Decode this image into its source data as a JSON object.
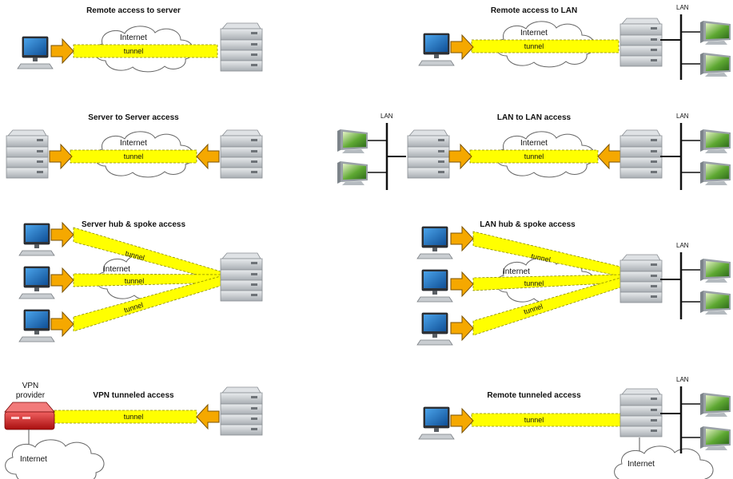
{
  "panels": {
    "remote_server": {
      "title": "Remote access  to server",
      "cloud": "Internet",
      "tunnel": "tunnel"
    },
    "remote_lan": {
      "title": "Remote access  to LAN",
      "cloud": "Internet",
      "tunnel": "tunnel",
      "lan": "LAN"
    },
    "server_server": {
      "title": "Server to Server access",
      "cloud": "Internet",
      "tunnel": "tunnel"
    },
    "lan_lan": {
      "title": "LAN to LAN access",
      "cloud": "Internet",
      "tunnel": "tunnel",
      "lan_left": "LAN",
      "lan_right": "LAN"
    },
    "server_hub": {
      "title": "Server hub & spoke access",
      "cloud": "Internet",
      "tunnels": [
        "tunnel",
        "tunnel",
        "tunnel"
      ]
    },
    "lan_hub": {
      "title": "LAN hub & spoke access",
      "cloud": "Internet",
      "tunnels": [
        "tunnel",
        "tunnel",
        "tunnel"
      ],
      "lan": "LAN"
    },
    "vpn_tunneled": {
      "title": "VPN tunneled access",
      "provider_line1": "VPN",
      "provider_line2": "provider",
      "cloud": "Internet",
      "tunnel": "tunnel"
    },
    "remote_tunneled": {
      "title": "Remote tunneled access",
      "cloud": "Internet",
      "tunnel": "tunnel",
      "lan": "LAN"
    }
  },
  "colors": {
    "tunnel_fill": "#ffff00",
    "arrow_fill": "#f5a800",
    "router_red": "#d21c1c",
    "server_gray": "#b8bcc0",
    "monitor_blue": "#1e6fc0"
  },
  "icons": [
    "laptop-icon",
    "server-icon",
    "cloud-icon",
    "arrow-icon",
    "lan-monitor-icon",
    "router-icon"
  ]
}
